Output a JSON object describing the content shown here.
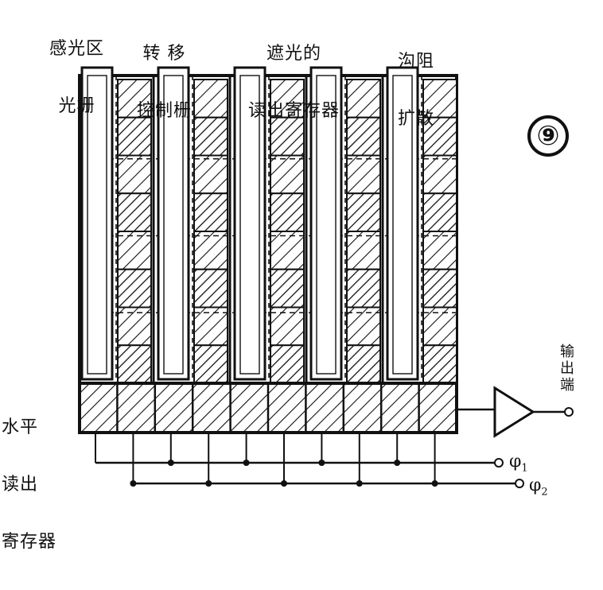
{
  "figure_number": "⑨",
  "labels": {
    "photosensitive_gate": [
      "感光区",
      "光栅"
    ],
    "transfer_gate": [
      "转 移",
      "控制栅"
    ],
    "shielded_register": [
      "遮光的",
      "读出寄存器"
    ],
    "channel_stop": [
      "沟阻",
      "扩散"
    ],
    "horizontal_register": [
      "水平",
      "读出",
      "寄存器"
    ],
    "output": "输出端"
  },
  "clocks": {
    "phi1": {
      "symbol": "φ",
      "sub": "1"
    },
    "phi2": {
      "symbol": "φ",
      "sub": "2"
    }
  },
  "array": {
    "columns": 5,
    "rows": 8
  },
  "colors": {
    "ink": "#111111",
    "background": "#ffffff"
  }
}
